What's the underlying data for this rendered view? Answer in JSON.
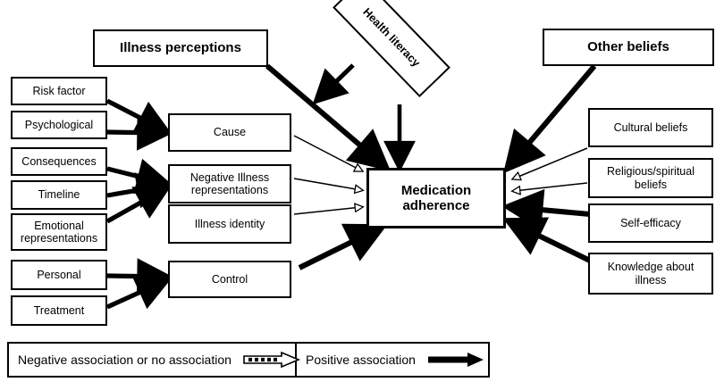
{
  "diagram": {
    "title": "Medication adherence conceptual model",
    "colors": {
      "line": "#000000",
      "fill": "#ffffff",
      "text": "#000000"
    }
  },
  "headers": {
    "illness_perceptions": "Illness perceptions",
    "health_literacy": "Health literacy",
    "other_beliefs": "Other beliefs"
  },
  "center": {
    "medication_adherence": "Medication\nadherence",
    "medication_adherence_line1": "Medication",
    "medication_adherence_line2": "adherence"
  },
  "left_column": [
    {
      "id": "risk-factor",
      "label": "Risk factor"
    },
    {
      "id": "psychological",
      "label": "Psychological"
    },
    {
      "id": "consequences",
      "label": "Consequences"
    },
    {
      "id": "timeline",
      "label": "Timeline"
    },
    {
      "id": "emotional-representations",
      "label": "Emotional representations"
    },
    {
      "id": "personal",
      "label": "Personal"
    },
    {
      "id": "treatment",
      "label": "Treatment"
    }
  ],
  "mid_column": [
    {
      "id": "cause",
      "label": "Cause"
    },
    {
      "id": "negative-illness-representations",
      "label": "Negative Illness representations"
    },
    {
      "id": "illness-identity",
      "label": "Illness identity"
    },
    {
      "id": "control",
      "label": "Control"
    }
  ],
  "right_column": [
    {
      "id": "cultural-beliefs",
      "label": "Cultural beliefs"
    },
    {
      "id": "religious-spiritual-beliefs",
      "label": "Religious/spiritual beliefs"
    },
    {
      "id": "self-efficacy",
      "label": "Self-efficacy"
    },
    {
      "id": "knowledge-about-illness",
      "label": "Knowledge about illness"
    }
  ],
  "legend": {
    "negative_label": "Negative association or no association",
    "positive_label": "Positive association",
    "negative_style": "hollow-dashed-arrow",
    "positive_style": "solid-filled-arrow"
  },
  "edges": [
    {
      "from": "risk-factor",
      "to": "cause",
      "type": "positive"
    },
    {
      "from": "psychological",
      "to": "cause",
      "type": "positive"
    },
    {
      "from": "consequences",
      "to": "negative-illness-representations",
      "type": "positive"
    },
    {
      "from": "timeline",
      "to": "negative-illness-representations",
      "type": "positive"
    },
    {
      "from": "emotional-representations",
      "to": "negative-illness-representations",
      "type": "positive"
    },
    {
      "from": "personal",
      "to": "control",
      "type": "positive"
    },
    {
      "from": "treatment",
      "to": "control",
      "type": "positive"
    },
    {
      "from": "illness-perceptions",
      "to": "medication-adherence",
      "type": "positive"
    },
    {
      "from": "health-literacy",
      "to": "medication-adherence",
      "type": "positive"
    },
    {
      "from": "health-literacy",
      "to": "illness-perceptions-arrow",
      "type": "positive"
    },
    {
      "from": "cause",
      "to": "medication-adherence",
      "type": "negative"
    },
    {
      "from": "negative-illness-representations",
      "to": "medication-adherence",
      "type": "negative"
    },
    {
      "from": "illness-identity",
      "to": "medication-adherence",
      "type": "negative"
    },
    {
      "from": "control",
      "to": "medication-adherence",
      "type": "positive"
    },
    {
      "from": "other-beliefs",
      "to": "medication-adherence",
      "type": "positive"
    },
    {
      "from": "cultural-beliefs",
      "to": "medication-adherence",
      "type": "negative"
    },
    {
      "from": "religious-spiritual-beliefs",
      "to": "medication-adherence",
      "type": "negative"
    },
    {
      "from": "self-efficacy",
      "to": "medication-adherence",
      "type": "positive"
    },
    {
      "from": "knowledge-about-illness",
      "to": "medication-adherence",
      "type": "positive"
    }
  ]
}
